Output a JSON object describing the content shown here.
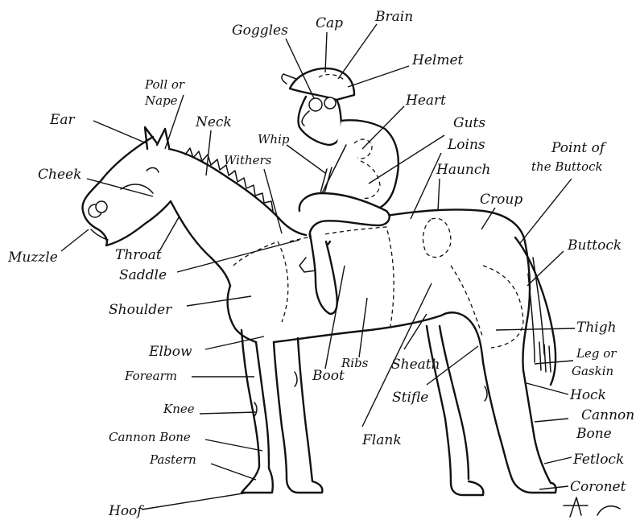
{
  "labels": {
    "goggles": "Goggles",
    "cap": "Cap",
    "brain": "Brain",
    "helmet": "Helmet",
    "heart": "Heart",
    "guts": "Guts",
    "loins": "Loins",
    "haunch": "Haunch",
    "point_of": "Point of",
    "the_buttock": "the Buttock",
    "croup": "Croup",
    "buttock": "Buttock",
    "poll_or": "Poll or",
    "nape": "Nape",
    "neck": "Neck",
    "withers": "Withers",
    "whip": "Whip",
    "ear": "Ear",
    "cheek": "Cheek",
    "muzzle": "Muzzle",
    "throat": "Throat",
    "saddle": "Saddle",
    "shoulder": "Shoulder",
    "elbow": "Elbow",
    "forearm": "Forearm",
    "knee": "Knee",
    "cannon_bone_front": "Cannon Bone",
    "pastern": "Pastern",
    "hoof": "Hoof",
    "ribs": "Ribs",
    "boot": "Boot",
    "sheath": "Sheath",
    "stifle": "Stifle",
    "flank": "Flank",
    "thigh": "Thigh",
    "leg_or": "Leg or",
    "gaskin": "Gaskin",
    "hock": "Hock",
    "cannon": "Cannon",
    "bone": "Bone",
    "fetlock": "Fetlock",
    "coronet": "Coronet"
  }
}
